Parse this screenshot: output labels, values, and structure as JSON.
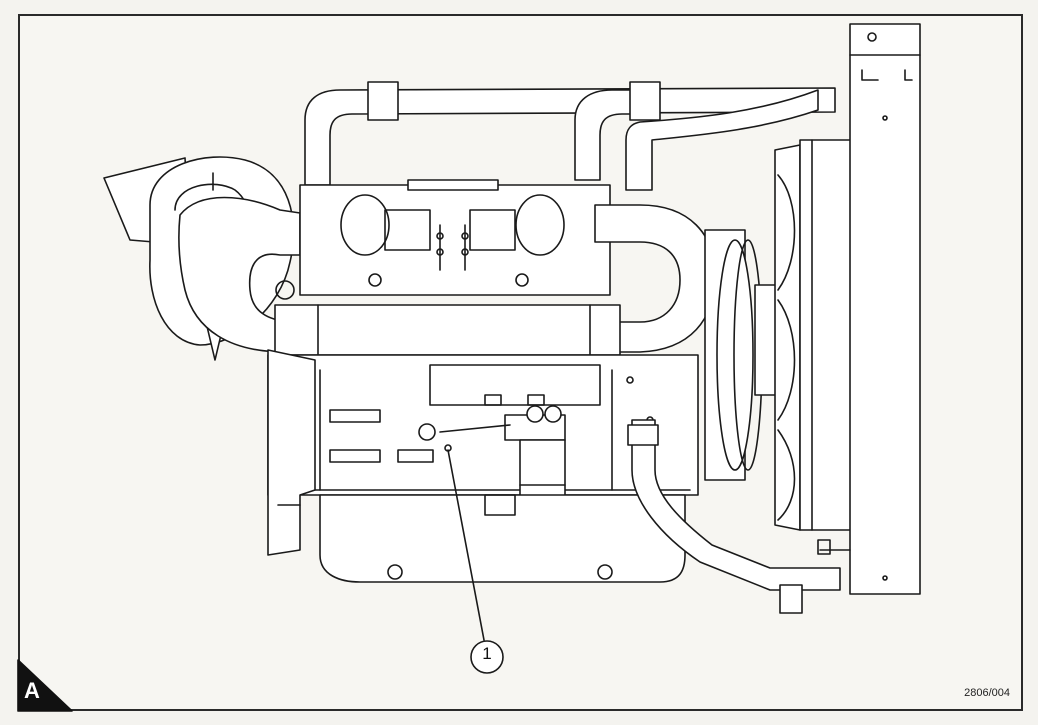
{
  "figure": {
    "letter": "A",
    "reference_code": "2806/004"
  },
  "callouts": [
    {
      "number": "1"
    }
  ],
  "colors": {
    "line": "#1a1a1a",
    "paper": "#f7f6f2",
    "fill": "#ffffff"
  }
}
